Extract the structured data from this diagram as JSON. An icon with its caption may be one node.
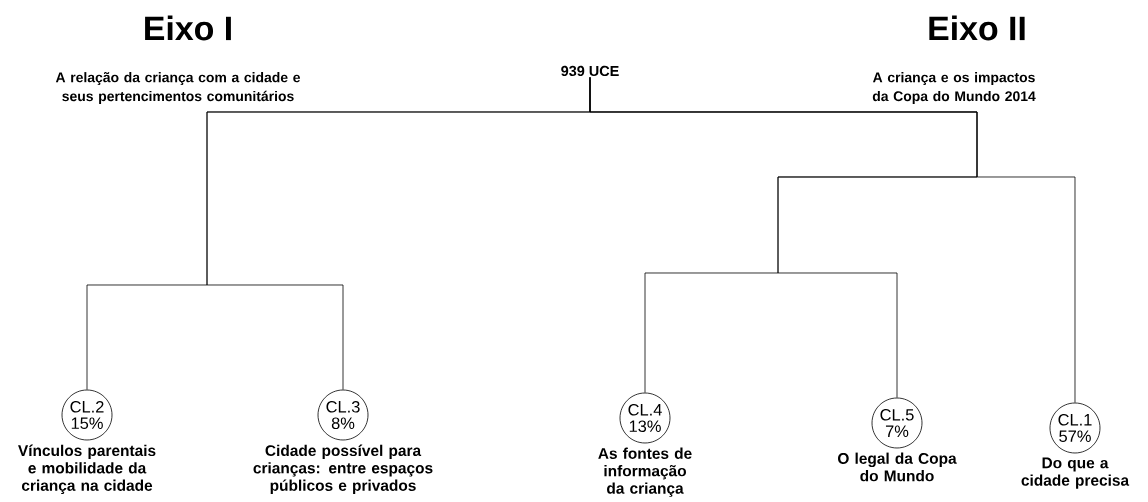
{
  "diagram": {
    "nodes": [
      {
        "text": [
          "939 UCE"
        ]
      },
      {
        "text": [
          "CL.2",
          "15%"
        ],
        "beside": [
          "Vínculos parentais e mobilidade da criança na cidade"
        ]
      },
      {
        "text": [
          "CL.3",
          "8%"
        ],
        "beside": [
          "Cidade possível para crianças: entre espaços públicos e privados"
        ]
      },
      {
        "text": [
          "CL.4",
          "13%"
        ],
        "beside": [
          "As fontes de informação da criança"
        ]
      },
      {
        "text": [
          "CL.5",
          "7%"
        ],
        "beside": [
          "O legal da Copa do Mundo"
        ]
      },
      {
        "text": [
          "CL.1",
          "57%"
        ],
        "beside": [
          "Do que a cidade precisa"
        ]
      }
    ],
    "edges": [
      {
        "from": 0,
        "to": 1,
        "arrow": "none"
      },
      {
        "from": 0,
        "to": 2,
        "arrow": "none"
      },
      {
        "from": 0,
        "to": 3,
        "arrow": "none"
      },
      {
        "from": 0,
        "to": 4,
        "arrow": "none"
      },
      {
        "from": 0,
        "to": 5,
        "arrow": "none"
      }
    ],
    "labels": [
      "Eixo I",
      "Eixo II",
      "A relação da criança com a cidade e seus pertencimentos comunitários",
      "A criança e os impactos da Copa do Mundo 2014"
    ]
  }
}
